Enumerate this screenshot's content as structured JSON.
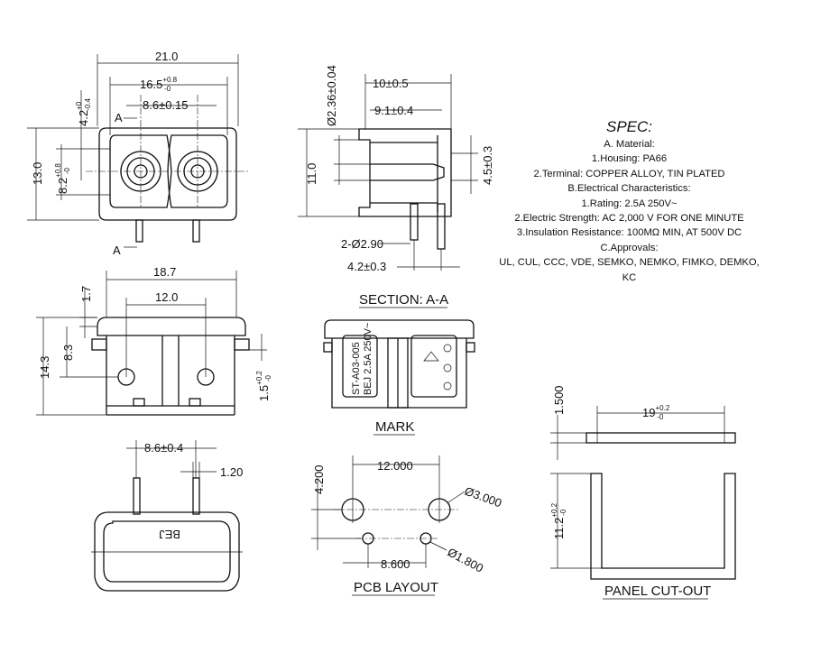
{
  "front_view": {
    "dim_width": "21.0",
    "dim_opening": "16.5",
    "dim_opening_tol_up": "+0.8",
    "dim_opening_tol_dn": "-0",
    "dim_pitch": "8.6±0.15",
    "dim_height": "13.0",
    "dim_inner": "8.2",
    "dim_inner_tol_up": "+0.8",
    "dim_inner_tol_dn": "-0",
    "dim_top": "4.2",
    "dim_top_tol_up": "+0",
    "dim_top_tol_dn": "-0.4",
    "section_mark": "A"
  },
  "section_view": {
    "dim_dia": "Ø2.36±0.04",
    "dim_10": "10±0.5",
    "dim_9": "9.1±0.4",
    "dim_11": "11.0",
    "dim_45": "4.5±0.3",
    "dim_pins": "2-Ø2.90",
    "dim_42": "4.2±0.3",
    "title": "SECTION: A-A"
  },
  "spec": {
    "title": "SPEC:",
    "lines": [
      "A. Material:",
      "1.Housing: PA66",
      "2.Terminal: COPPER ALLOY, TIN PLATED",
      "B.Electrical Characteristics:",
      "1.Rating:  2.5A 250V~",
      "2.Electric Strength: AC 2,000 V FOR ONE MINUTE",
      "3.Insulation Resistance: 100MΩ MIN, AT 500V DC",
      "C.Approvals:",
      "UL, CUL, CCC, VDE, SEMKO, NEMKO, FIMKO, DEMKO, KC"
    ]
  },
  "side_view": {
    "dim_187": "18.7",
    "dim_17": "1.7",
    "dim_120": "12.0",
    "dim_143": "14.3",
    "dim_83": "8.3",
    "dim_15": "1.5",
    "dim_15_tol_up": "+0.2",
    "dim_15_tol_dn": "-0"
  },
  "mark_view": {
    "model": "ST-A03-005",
    "rating": "BEJ 2.5A 250V~",
    "title": "MARK"
  },
  "bottom_view": {
    "dim_pitch": "8.6±0.4",
    "dim_pin": "1.20",
    "brand": "BEJ"
  },
  "pcb_layout": {
    "dim_h": "4.200",
    "dim_12": "12.000",
    "dim_big": "Ø3.000",
    "dim_86": "8.600",
    "dim_small": "Ø1.800",
    "title": "PCB LAYOUT"
  },
  "panel_cutout": {
    "dim_thk": "1.500",
    "dim_w": "19",
    "dim_w_tol_up": "+0.2",
    "dim_w_tol_dn": "-0",
    "dim_h": "11.2",
    "dim_h_tol_up": "+0.2",
    "dim_h_tol_dn": "-0",
    "title": "PANEL CUT-OUT"
  }
}
